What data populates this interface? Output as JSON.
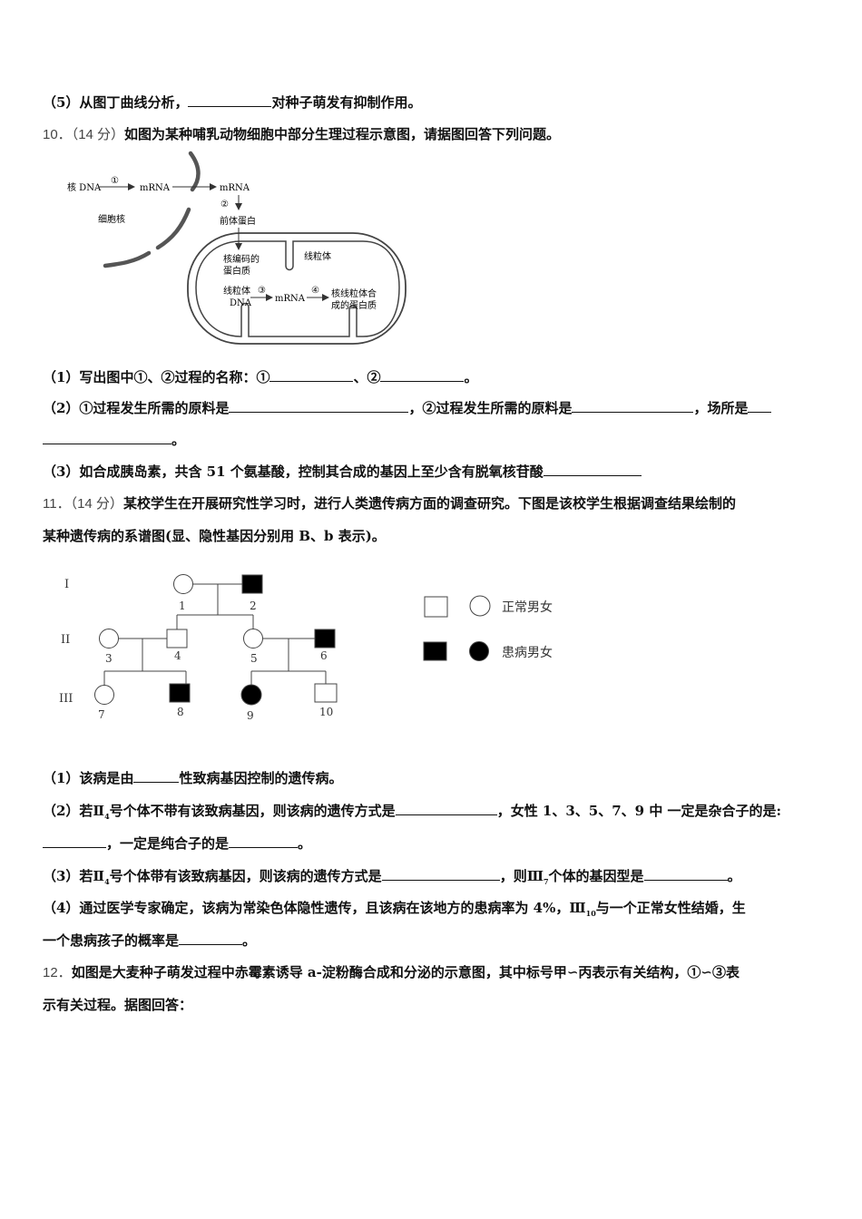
{
  "q9": {
    "sub5_a": "（5）从图丁曲线分析，",
    "sub5_b": "对种子萌发有抑制作用。"
  },
  "q10": {
    "num": "10．",
    "score": "（14 分）",
    "stem": "如图为某种哺乳动物细胞中部分生理过程示意图，请据图回答下列问题。",
    "figure": {
      "nuclear_dna": "核 DNA",
      "step1": "①",
      "mrna1": "mRNA",
      "mrna2": "mRNA",
      "step2": "②",
      "precursor": "前体蛋白",
      "nucleus": "细胞核",
      "nuclear_encoded_1": "核编码的",
      "nuclear_encoded_2": "蛋白质",
      "mito": "线粒体",
      "mito_dna_1": "线粒体",
      "mito_dna_2": "DNA",
      "step3": "③",
      "mrna3": "mRNA",
      "step4": "④",
      "mito_protein_1": "核线粒体合",
      "mito_protein_2": "成的蛋白质"
    },
    "sub1_a": "（1）写出图中①、②过程的名称：①",
    "sub1_b": "、②",
    "sub1_c": "。",
    "sub2_a": "（2）①过程发生所需的原料是",
    "sub2_b": "，②过程发生所需的原料是",
    "sub2_c": "，场所是",
    "sub2_d": "。",
    "sub3_a": "（3）如合成胰岛素，共含 51 个氨基酸，控制其合成的基因上至少含有脱氧核苷酸"
  },
  "q11": {
    "num": "11．",
    "score": "（14 分）",
    "stem_1": "某校学生在开展研究性学习时，进行人类遗传病方面的调查研究。下图是该校学生根据调查结果绘制的",
    "stem_2": "某种遗传病的系谱图(显、隐性基因分别用 B、b 表示)。",
    "pedigree": {
      "gen1": "I",
      "gen2": "II",
      "gen3": "III",
      "ids": [
        "1",
        "2",
        "3",
        "4",
        "5",
        "6",
        "7",
        "8",
        "9",
        "10"
      ],
      "legend_normal": "正常男女",
      "legend_affected": "患病男女"
    },
    "sub1_a": "（1）该病是由",
    "sub1_b": "性致病基因控制的遗传病。",
    "sub2_a": "（2）若Ⅱ",
    "sub2_sub": "4",
    "sub2_b": "号个体不带有该致病基因，则该病的遗传方式是",
    "sub2_c": "，女性 1、3、5、7、9 中 一定是杂合子的是:",
    "sub2_d": "，一定是纯合子的是",
    "sub2_e": "。",
    "sub3_a": "（3）若Ⅱ",
    "sub3_sub": "4",
    "sub3_b": "号个体带有该致病基因，则该病的遗传方式是",
    "sub3_c": "，则Ⅲ",
    "sub3_sub2": "7",
    "sub3_d": "个体的基因型是",
    "sub3_e": "。",
    "sub4_a": "（4）通过医学专家确定，该病为常染色体隐性遗传，且该病在该地方的患病率为 4%，Ⅲ",
    "sub4_sub": "10",
    "sub4_b": "与一个正常女性结婚，生",
    "sub4_c": "一个患病孩子的概率是",
    "sub4_d": "。"
  },
  "q12": {
    "num": "12．",
    "stem_1": "如图是大麦种子萌发过程中赤霉素诱导 a-淀粉酶合成和分泌的示意图，其中标号甲∽丙表示有关结构，①∽③表",
    "stem_2": "示有关过程。据图回答："
  }
}
